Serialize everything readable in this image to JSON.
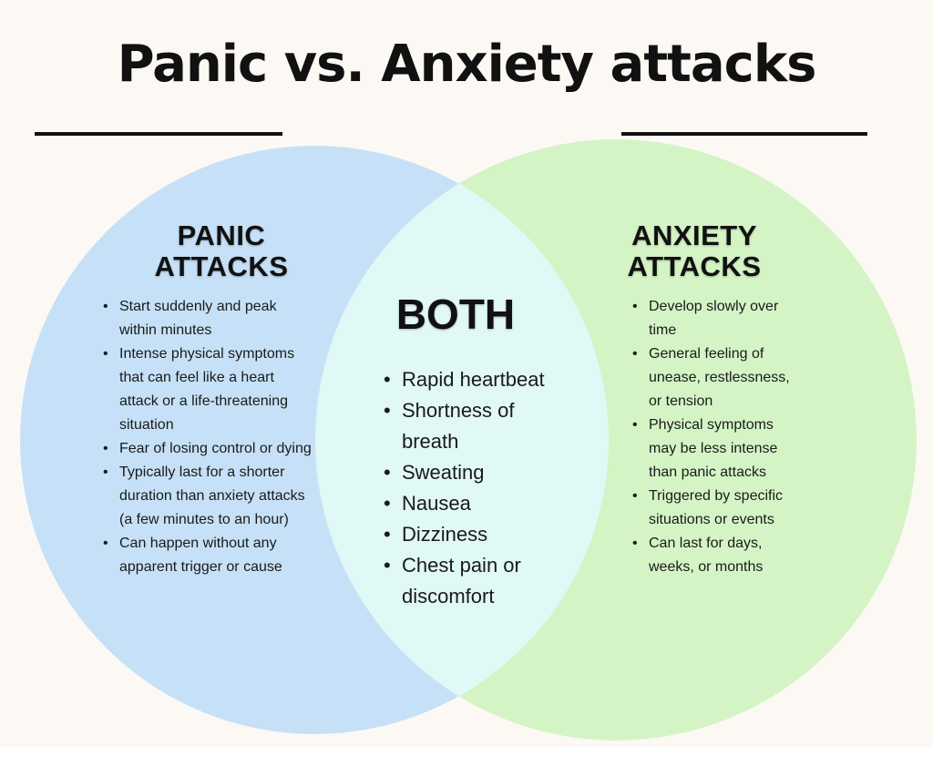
{
  "title": "Panic vs. Anxiety attacks",
  "colors": {
    "panic": "#c6e1f7",
    "anxiety": "#d4f4c5",
    "overlap": "#e0f8f6",
    "background": "#fcf9f4"
  },
  "panic": {
    "heading_line1": "PANIC",
    "heading_line2": "ATTACKS",
    "items": [
      "Start suddenly and peak within minutes",
      "Intense physical symptoms that can feel like a heart attack or a life-threatening situation",
      "Fear of losing control or dying",
      "Typically last for a shorter duration than anxiety attacks (a few minutes to an hour)",
      "Can happen without any apparent trigger or cause"
    ]
  },
  "both": {
    "heading": "BOTH",
    "items": [
      "Rapid heartbeat",
      "Shortness of breath",
      "Sweating",
      "Nausea",
      "Dizziness",
      "Chest pain or discomfort"
    ]
  },
  "anxiety": {
    "heading_line1": "ANXIETY",
    "heading_line2": "ATTACKS",
    "items": [
      "Develop slowly over time",
      "General feeling of unease, restlessness, or tension",
      "Physical symptoms may be less intense than panic attacks",
      "Triggered by specific situations or events",
      "Can last for days, weeks, or months"
    ]
  }
}
